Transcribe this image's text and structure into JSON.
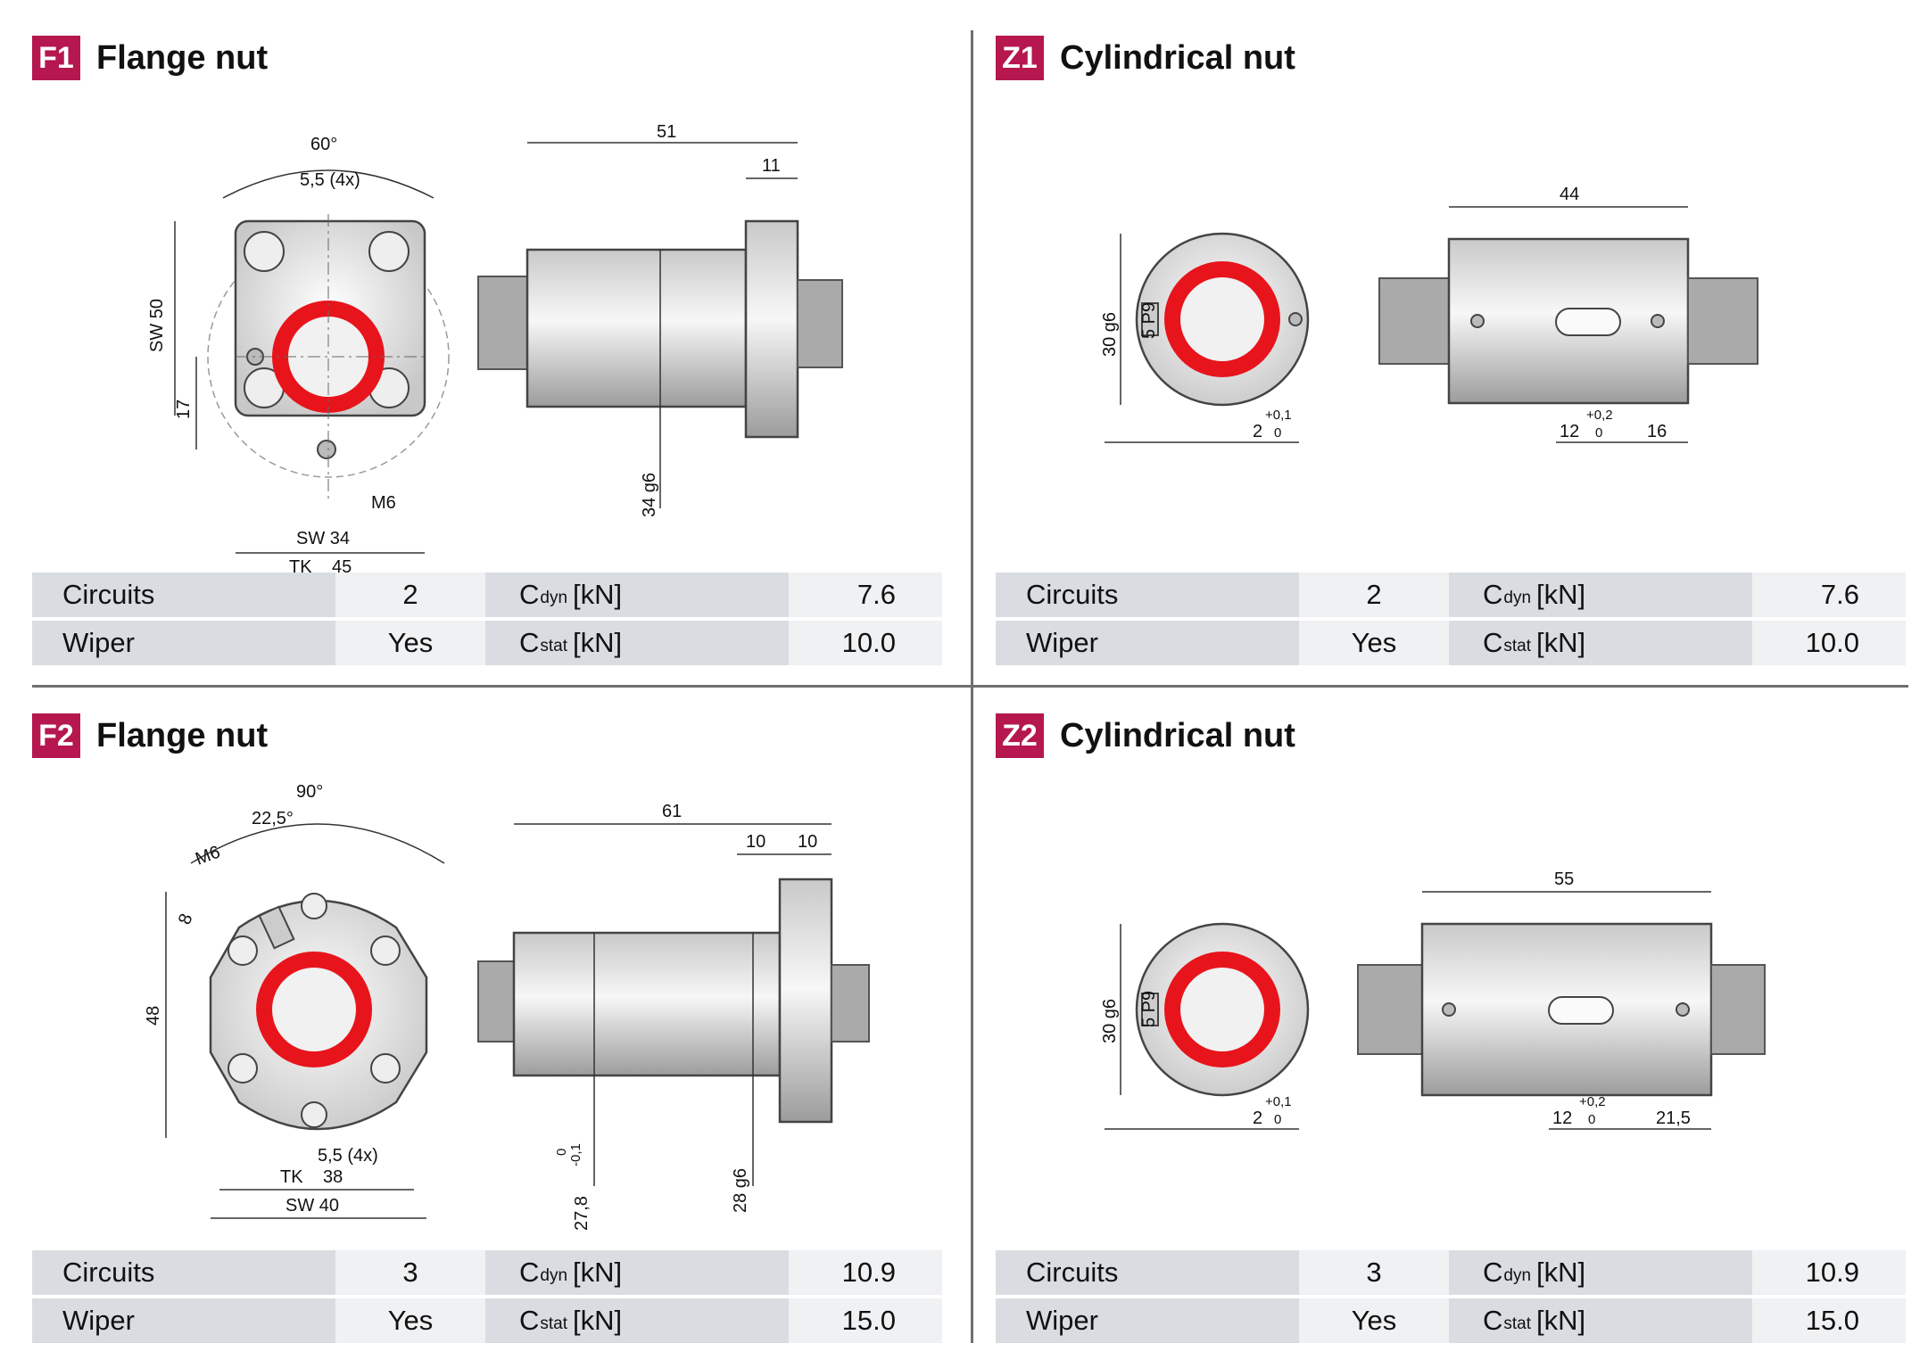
{
  "colors": {
    "accent": "#b5174e",
    "table_label_bg": "#d9dde2",
    "table_value_bg": "#f0f1f3",
    "ring": "#e8141c"
  },
  "panels": [
    {
      "id": "F1",
      "title": "Flange nut",
      "dims": [
        "60°",
        "5,5 (4x)",
        "SW 50",
        "17",
        "M6",
        "SW 34",
        "TK",
        "45",
        "51",
        "11",
        "34 g6"
      ],
      "specs": {
        "circuits_label": "Circuits",
        "circuits": "2",
        "wiper_label": "Wiper",
        "wiper": "Yes",
        "cdyn_sym": "C",
        "cdyn_sub": "dyn",
        "cdyn_unit": "[kN]",
        "cdyn": "7.6",
        "cstat_sym": "C",
        "cstat_sub": "stat",
        "cstat_unit": "[kN]",
        "cstat": "10.0"
      }
    },
    {
      "id": "Z1",
      "title": "Cylindrical nut",
      "dims": [
        "30 g6",
        "5 P9",
        "2",
        "+0,1",
        "0",
        "44",
        "12",
        "+0,2",
        "0",
        "16"
      ],
      "specs": {
        "circuits_label": "Circuits",
        "circuits": "2",
        "wiper_label": "Wiper",
        "wiper": "Yes",
        "cdyn_sym": "C",
        "cdyn_sub": "dyn",
        "cdyn_unit": "[kN]",
        "cdyn": "7.6",
        "cstat_sym": "C",
        "cstat_sub": "stat",
        "cstat_unit": "[kN]",
        "cstat": "10.0"
      }
    },
    {
      "id": "F2",
      "title": "Flange nut",
      "dims": [
        "90°",
        "22,5°",
        "M6",
        "8",
        "48",
        "5,5 (4x)",
        "TK",
        "38",
        "SW 40",
        "61",
        "10",
        "10",
        "27,8",
        "0",
        "-0,1",
        "28 g6"
      ],
      "specs": {
        "circuits_label": "Circuits",
        "circuits": "3",
        "wiper_label": "Wiper",
        "wiper": "Yes",
        "cdyn_sym": "C",
        "cdyn_sub": "dyn",
        "cdyn_unit": "[kN]",
        "cdyn": "10.9",
        "cstat_sym": "C",
        "cstat_sub": "stat",
        "cstat_unit": "[kN]",
        "cstat": "15.0"
      }
    },
    {
      "id": "Z2",
      "title": "Cylindrical nut",
      "dims": [
        "30 g6",
        "5 P9",
        "2",
        "+0,1",
        "0",
        "55",
        "12",
        "+0,2",
        "0",
        "21,5"
      ],
      "specs": {
        "circuits_label": "Circuits",
        "circuits": "3",
        "wiper_label": "Wiper",
        "wiper": "Yes",
        "cdyn_sym": "C",
        "cdyn_sub": "dyn",
        "cdyn_unit": "[kN]",
        "cdyn": "10.9",
        "cstat_sym": "C",
        "cstat_sub": "stat",
        "cstat_unit": "[kN]",
        "cstat": "15.0"
      }
    }
  ]
}
